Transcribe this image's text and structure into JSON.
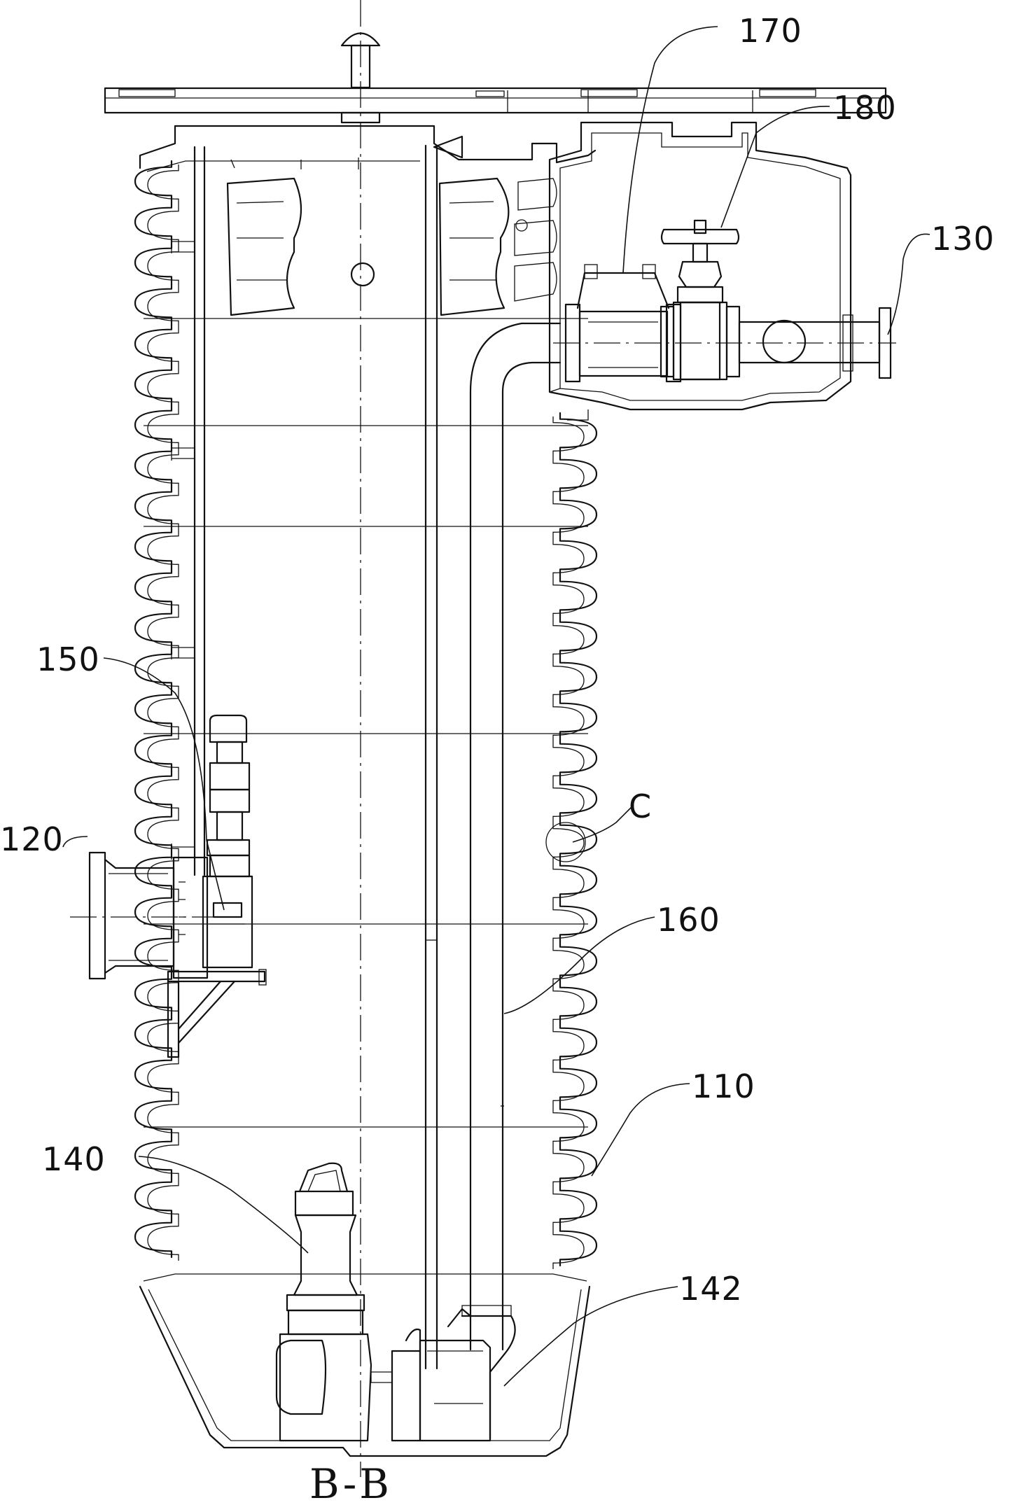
{
  "labels": {
    "l170": "170",
    "l180": "180",
    "l130": "130",
    "l150": "150",
    "l120": "120",
    "lC": "C",
    "l160": "160",
    "l110": "110",
    "l140": "140",
    "l142": "142"
  },
  "section_title": "B-B"
}
